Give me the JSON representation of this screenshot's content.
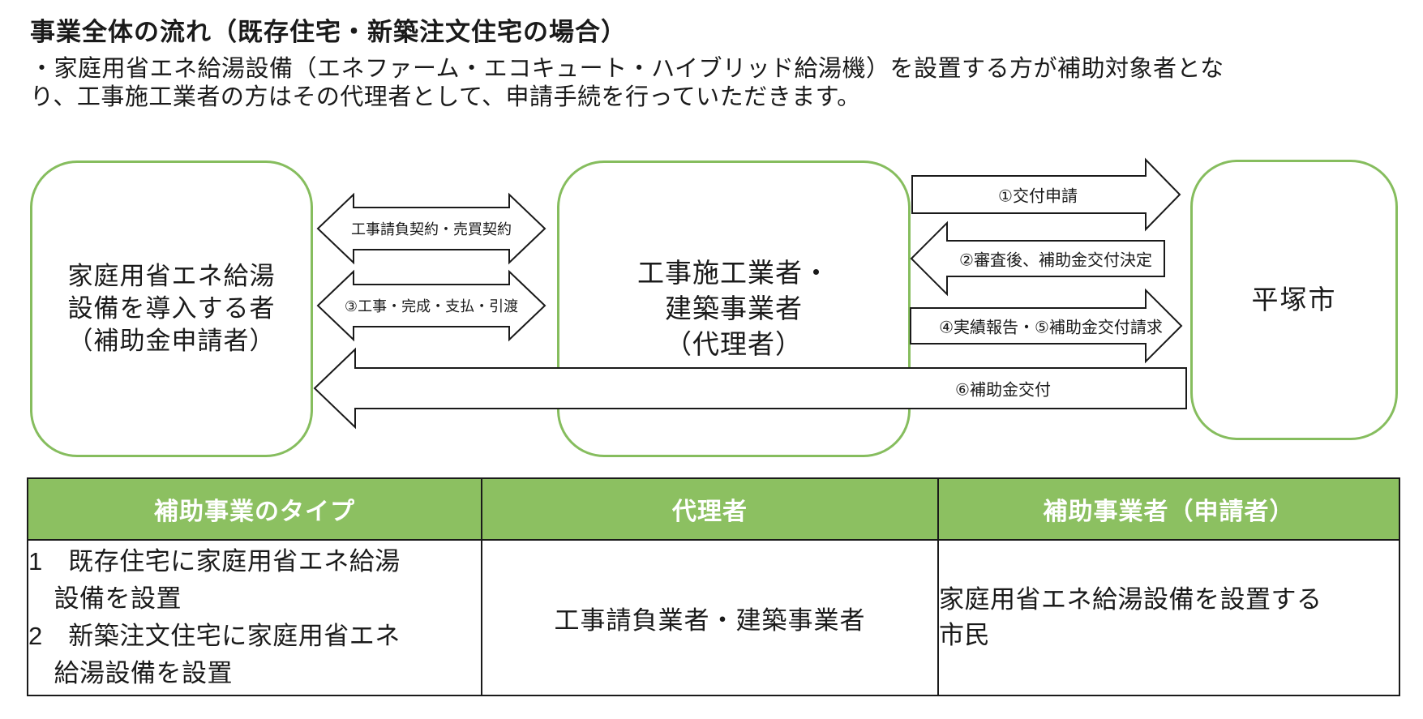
{
  "title": "事業全体の流れ（既存住宅・新築注文住宅の場合）",
  "description": {
    "line1": "・家庭用省エネ給湯設備（エネファーム・エコキュート・ハイブリッド給湯機）を設置する方が補助対象者とな",
    "line2": "り、工事施工業者の方はその代理者として、申請手続を行っていただきます。"
  },
  "flow": {
    "boxes": {
      "applicant": {
        "lines": [
          "家庭用省エネ給湯",
          "設備を導入する者",
          "（補助金申請者）"
        ]
      },
      "agent": {
        "lines": [
          "工事施工業者・",
          "建築事業者",
          "（代理者）"
        ]
      },
      "city": {
        "label": "平塚市"
      }
    },
    "arrows": {
      "contract": "工事請負契約・売買契約",
      "construction": "③工事・完成・支払・引渡",
      "application": "①交付申請",
      "decision": "②審査後、補助金交付決定",
      "report": "④実績報告・⑤補助金交付請求",
      "grant": "⑥補助金交付"
    }
  },
  "table": {
    "headers": [
      "補助事業のタイプ",
      "代理者",
      "補助事業者（申請者）"
    ],
    "rows": [
      {
        "type_lines": [
          "1　既存住宅に家庭用省エネ給湯",
          "　設備を設置",
          "2　新築注文住宅に家庭用省エネ",
          "　給湯設備を設置"
        ],
        "agent": "工事請負業者・建築事業者",
        "beneficiary_lines": [
          "家庭用省エネ給湯設備を設置する",
          "市民"
        ]
      }
    ]
  },
  "colors": {
    "box_border_green": "#86BD5E",
    "table_header_green": "#8CC061",
    "arrow_outline": "#1a1a1a",
    "header_text": "#ffffff"
  }
}
